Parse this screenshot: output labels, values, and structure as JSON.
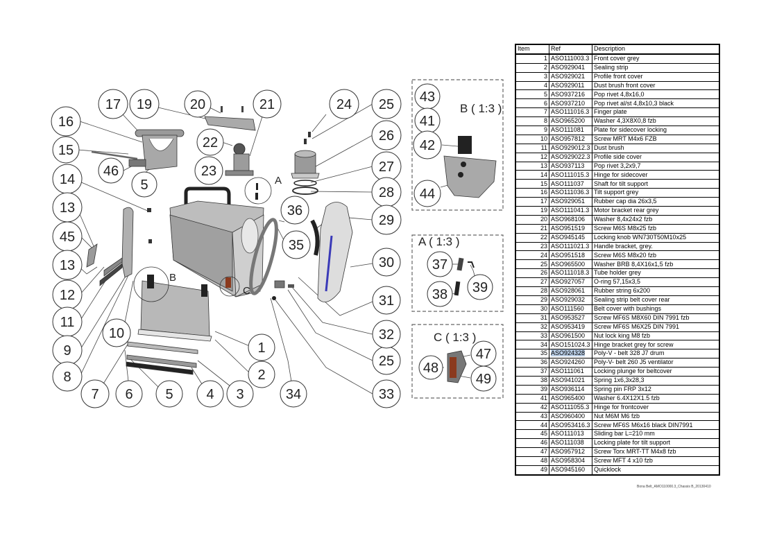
{
  "document": {
    "footer_code": "Bona Belt_AMO110000.3_Chassis B_20130410"
  },
  "table": {
    "headers": {
      "item": "Item",
      "ref": "Ref",
      "description": "Description"
    },
    "highlight_color": "#b9cde5",
    "rows": [
      {
        "item": "1",
        "ref": "ASO111003.3",
        "description": "Front cover grey"
      },
      {
        "item": "2",
        "ref": "ASO929041",
        "description": "Sealing strip"
      },
      {
        "item": "3",
        "ref": "ASO929021",
        "description": "Profile front cover"
      },
      {
        "item": "4",
        "ref": "ASO929011",
        "description": "Dust brush front cover"
      },
      {
        "item": "5",
        "ref": "ASO937216",
        "description": "Pop rivet 4,8x16,0"
      },
      {
        "item": "6",
        "ref": "ASO937210",
        "description": "Pop rivet al/st 4,8x10,3 black"
      },
      {
        "item": "7",
        "ref": "ASO111016.3",
        "description": "Finger plate"
      },
      {
        "item": "8",
        "ref": "ASO965200",
        "description": "Washer 4,3X8X0,8 fzb"
      },
      {
        "item": "9",
        "ref": "ASO111081",
        "description": " Plate for sidecover locking"
      },
      {
        "item": "10",
        "ref": "ASO957812",
        "description": " Screw MRT  M4x6  FZB"
      },
      {
        "item": "11",
        "ref": "ASO929012.3",
        "description": "Dust brush"
      },
      {
        "item": "12",
        "ref": "ASO929022.3",
        "description": "Profile side cover"
      },
      {
        "item": "13",
        "ref": "ASO937113",
        "description": "Pop rivet 3,2x9,7"
      },
      {
        "item": "14",
        "ref": "ASO111015.3",
        "description": "Hinge for sidecover"
      },
      {
        "item": "15",
        "ref": "ASO111037",
        "description": "Shaft for tilt support"
      },
      {
        "item": "16",
        "ref": "ASO111036.3",
        "description": "Tilt support grey"
      },
      {
        "item": "17",
        "ref": "ASO929051",
        "description": "Rubber cap dia 26x3,5"
      },
      {
        "item": "19",
        "ref": "ASO111041.3",
        "description": "Motor bracket rear grey"
      },
      {
        "item": "20",
        "ref": "ASO968106",
        "description": "Washer 8,4x24x2 fzb"
      },
      {
        "item": "21",
        "ref": "ASO951519",
        "description": "Screw  M6S M8x25  fzb"
      },
      {
        "item": "22",
        "ref": "ASO945145",
        "description": "Locking knob WN730T50M10x25"
      },
      {
        "item": "23",
        "ref": "ASO111021.3",
        "description": "Handle bracket, grey."
      },
      {
        "item": "24",
        "ref": "ASO951518",
        "description": "Screw M6S M8x20 fzb"
      },
      {
        "item": "25",
        "ref": "ASO965500",
        "description": "Washer BRB 8,4X16x1,5 fzb"
      },
      {
        "item": "26",
        "ref": "ASO111018.3",
        "description": "Tube holder grey"
      },
      {
        "item": "27",
        "ref": "ASO927057",
        "description": "O-ring 57,15x3,5"
      },
      {
        "item": "28",
        "ref": "ASO928061",
        "description": "Rubber string 6x200"
      },
      {
        "item": "29",
        "ref": "ASO929032",
        "description": "Sealing strip belt cover rear"
      },
      {
        "item": "30",
        "ref": "ASO111560",
        "description": "Belt cover with bushings"
      },
      {
        "item": "31",
        "ref": "ASO953527",
        "description": "Screw MF6S M8X60  DIN 7991 fzb"
      },
      {
        "item": "32",
        "ref": "ASO953419",
        "description": "Screw MF6S M6X25 DIN 7991"
      },
      {
        "item": "33",
        "ref": "ASO961500",
        "description": "Nut lock king  M8  fzb"
      },
      {
        "item": "34",
        "ref": "ASO151024.3",
        "description": "Hinge bracket grey for screw"
      },
      {
        "item": "35",
        "ref": "ASO924328",
        "description": "Poly-V - belt 328  J7  drum",
        "highlighted": true
      },
      {
        "item": "36",
        "ref": "ASO924260",
        "description": "Poly-V- belt 260 J5  ventilator"
      },
      {
        "item": "37",
        "ref": "ASO111061",
        "description": "Locking plunge for beltcover"
      },
      {
        "item": "38",
        "ref": "ASO941021",
        "description": "Spring  1x6,3x28,3"
      },
      {
        "item": "39",
        "ref": "ASO936114",
        "description": "Spring pin FRP 3x12"
      },
      {
        "item": "41",
        "ref": "ASO965400",
        "description": "Washer  6.4X12X1.5  fzb"
      },
      {
        "item": "42",
        "ref": "ASO111055.3",
        "description": "Hinge for frontcover"
      },
      {
        "item": "43",
        "ref": "ASO960400",
        "description": "Nut M6M M6 fzb"
      },
      {
        "item": "44",
        "ref": "ASO953416.3",
        "description": " Screw MF6S M6x16 black DIN7991"
      },
      {
        "item": "45",
        "ref": "ASO111013",
        "description": "Sliding bar L=210 mm"
      },
      {
        "item": "46",
        "ref": "ASO111038",
        "description": "Locking plate for tilt support"
      },
      {
        "item": "47",
        "ref": "ASO957912",
        "description": "Screw Torx MRT-TT M4x8 fzb"
      },
      {
        "item": "48",
        "ref": "ASO958304",
        "description": "Screw  MFT 4 x10 fzb"
      },
      {
        "item": "49",
        "ref": "ASO945160",
        "description": "Quicklock"
      }
    ]
  },
  "diagram": {
    "detail_views": {
      "B": "B ( 1:3 )",
      "A": "A ( 1:3 )",
      "C": "C ( 1:3 )"
    },
    "view_markers": {
      "A": "A",
      "B": "B",
      "C": "C"
    },
    "callouts": {
      "c1": "1",
      "c2": "2",
      "c3": "3",
      "c4": "4",
      "c5a": "5",
      "c5b": "5",
      "c6": "6",
      "c7": "7",
      "c8": "8",
      "c9": "9",
      "c10": "10",
      "c11": "11",
      "c12": "12",
      "c13a": "13",
      "c13b": "13",
      "c14": "14",
      "c15": "15",
      "c16": "16",
      "c17": "17",
      "c19": "19",
      "c20": "20",
      "c21": "21",
      "c22": "22",
      "c23": "23",
      "c24": "24",
      "c25a": "25",
      "c25b": "25",
      "c26": "26",
      "c27": "27",
      "c28": "28",
      "c29": "29",
      "c30": "30",
      "c31": "31",
      "c32": "32",
      "c33": "33",
      "c34": "34",
      "c35": "35",
      "c36": "36",
      "c37": "37",
      "c38": "38",
      "c39": "39",
      "c41": "41",
      "c42": "42",
      "c43": "43",
      "c44": "44",
      "c45": "45",
      "c46": "46",
      "c47": "47",
      "c48": "48",
      "c49": "49"
    }
  }
}
